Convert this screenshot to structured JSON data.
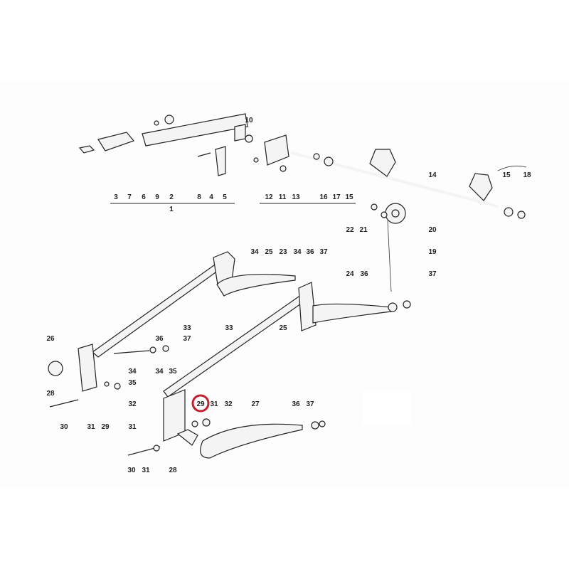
{
  "diagram": {
    "title_group_label": "1",
    "labels_top": [
      "3",
      "7",
      "6",
      "9",
      "2",
      "8",
      "4",
      "5",
      "10",
      "12",
      "11",
      "13",
      "16",
      "17",
      "15",
      "14",
      "15",
      "18",
      "22",
      "21",
      "20",
      "19"
    ],
    "labels_mid": [
      "34",
      "25",
      "23",
      "34",
      "36",
      "37",
      "24",
      "36",
      "37",
      "25",
      "33",
      "33",
      "26",
      "36",
      "37",
      "34",
      "35",
      "34",
      "35",
      "28",
      "32",
      "31",
      "30",
      "31",
      "29",
      "31",
      "32",
      "27",
      "36",
      "37",
      "30",
      "31",
      "28"
    ],
    "highlighted_part": "29",
    "highlight_color": "#c0212f"
  }
}
